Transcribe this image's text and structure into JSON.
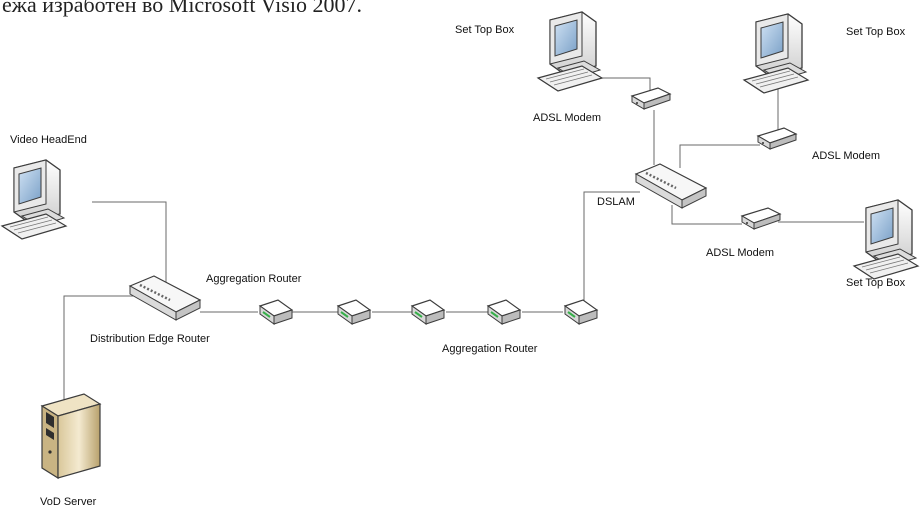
{
  "caption": "ежа изработен во Microsoft Visio 2007.",
  "labels": {
    "set_top_box_1": "Set Top Box",
    "set_top_box_2": "Set Top Box",
    "set_top_box_3": "Set Top Box",
    "adsl_modem_1": "ADSL Modem",
    "adsl_modem_2": "ADSL Modem",
    "adsl_modem_3": "ADSL Modem",
    "dslam": "DSLAM",
    "video_headend": "Video HeadEnd",
    "aggregation_router_1": "Aggregation Router",
    "aggregation_router_2": "Aggregation Router",
    "distribution_edge_router": "Distribution Edge Router",
    "vod_server": "VoD Server"
  },
  "icons": {
    "computer": "computer-icon",
    "modem": "modem-icon",
    "switch": "switch-icon",
    "router": "router-icon",
    "server": "server-icon"
  },
  "colors": {
    "line": "#6a6a6a",
    "device_body": "#f4f4f4",
    "device_edge": "#3c3c3c",
    "router_led": "#37b04a",
    "screen": "#8fb4d8"
  }
}
